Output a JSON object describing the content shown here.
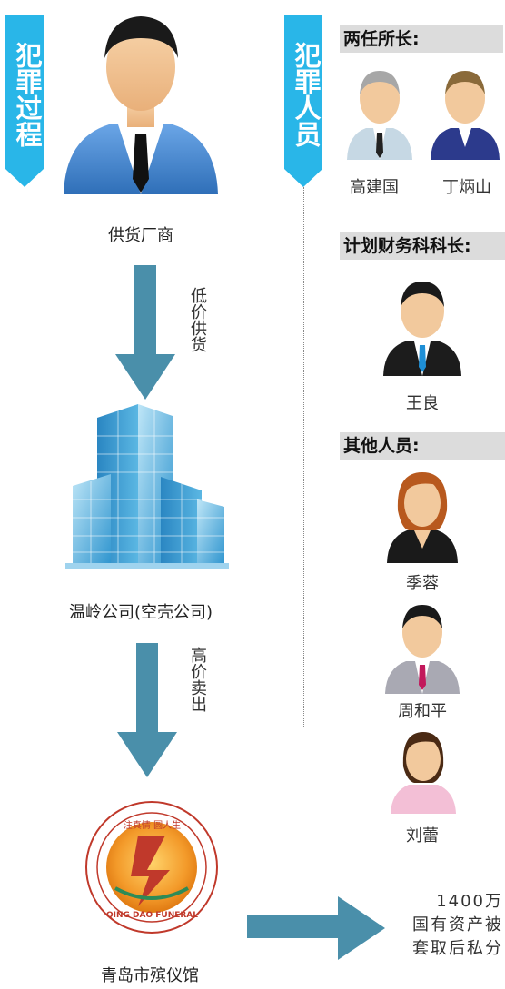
{
  "left_ribbon": {
    "text": "犯罪过程"
  },
  "right_ribbon": {
    "text": "犯罪人员"
  },
  "flow": {
    "supplier": "供货厂商",
    "step1": "低价供货",
    "company": "温岭公司(空壳公司)",
    "step2": "高价卖出",
    "funeral_home": "青岛市殡仪馆",
    "seal_top": "注真情  圆人生",
    "seal_bottom": "QING DAO FUNERAL",
    "result": [
      "1400万",
      "国有资产被",
      "套取后私分"
    ]
  },
  "people": {
    "section1": "两任所长:",
    "person1": "高建国",
    "person2": "丁炳山",
    "section2": "计划财务科科长:",
    "person3": "王良",
    "section3": "其他人员:",
    "person4": "季蓉",
    "person5": "周和平",
    "person6": "刘蕾"
  },
  "colors": {
    "ribbon": "#29b6e8",
    "arrow": "#4a8faa",
    "suit_blue": "#3d7fc8"
  }
}
